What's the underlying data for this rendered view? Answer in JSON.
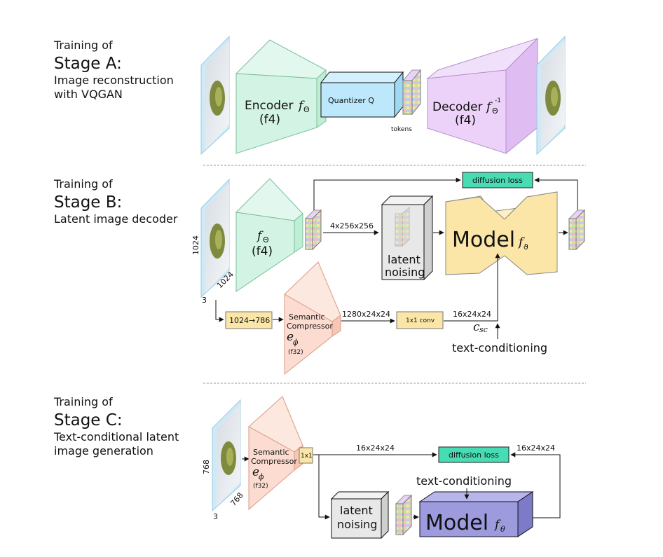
{
  "stage_a": {
    "heading_small": "Training of",
    "heading_big": "Stage A:",
    "desc_line1": "Image reconstruction",
    "desc_line2": "with VQGAN",
    "encoder_label": "Encoder",
    "encoder_symbol": "f",
    "encoder_sub": "Θ",
    "encoder_f4": "(f4)",
    "quantizer_label": "Quantizer Q",
    "tokens_label": "tokens",
    "decoder_label": "Decoder",
    "decoder_symbol": "f",
    "decoder_sub": "Θ",
    "decoder_sup": "-1",
    "decoder_f4": "(f4)"
  },
  "stage_b": {
    "heading_small": "Training of",
    "heading_big": "Stage B:",
    "desc_line1": "Latent image decoder",
    "encoder_symbol": "f",
    "encoder_sub": "Θ",
    "encoder_f4": "(f4)",
    "dim_side": "1024",
    "dim_bottom": "1024",
    "dim_channels": "3",
    "latent_size": "4x256x256",
    "noising_line1": "latent",
    "noising_line2": "noising",
    "model_label": "Model",
    "model_symbol": "f",
    "model_sub": "ϑ",
    "diffusion_loss": "diffusion loss",
    "resize_label": "1024→786",
    "compressor_line1": "Semantic",
    "compressor_line2": "Compressor",
    "compressor_symbol": "e",
    "compressor_sub": "ϕ",
    "compressor_f32": "(f32)",
    "compressor_out": "1280x24x24",
    "conv_label": "1x1 conv",
    "conv_out": "16x24x24",
    "csc_symbol": "c",
    "csc_sub": "sc",
    "text_conditioning": "text-conditioning"
  },
  "stage_c": {
    "heading_small": "Training of",
    "heading_big": "Stage C:",
    "desc_line1": "Text-conditional latent",
    "desc_line2": "image generation",
    "dim_side": "768",
    "dim_bottom": "768",
    "dim_channels": "3",
    "compressor_line1": "Semantic",
    "compressor_line2": "Compressor",
    "compressor_symbol": "e",
    "compressor_sub": "ϕ",
    "compressor_f32": "(f32)",
    "conv_label": "1x1",
    "latent_size_top": "16x24x24",
    "latent_size_right": "16x24x24",
    "diffusion_loss": "diffusion loss",
    "text_conditioning": "text-conditioning",
    "noising_line1": "latent",
    "noising_line2": "noising",
    "model_label": "Model",
    "model_symbol": "f",
    "model_sub": "θ"
  },
  "colors": {
    "encoder_green": "#d3f4e4",
    "quantizer_blue": "#bde8fb",
    "decoder_purple": "#ecd2f8",
    "model_yellow": "#fbe6a8",
    "compressor_salmon": "#fcdcd0",
    "loss_teal": "#47dcb3",
    "stage_c_model": "#9d9bde",
    "noising_gray": "#e8e8e8"
  }
}
